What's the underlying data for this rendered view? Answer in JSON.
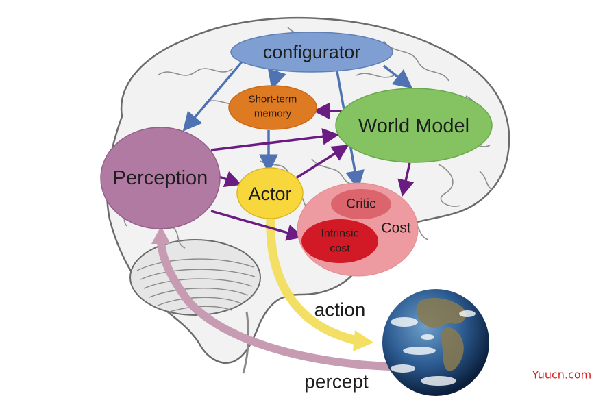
{
  "nodes": {
    "configurator": {
      "label": "configurator",
      "color": "#7f9fd2"
    },
    "short_term_memory": {
      "line1": "Short-term",
      "line2": "memory",
      "color": "#de7a22"
    },
    "world_model": {
      "label": "World Model",
      "color": "#84c262"
    },
    "perception": {
      "label": "Perception",
      "color": "#b17aa3"
    },
    "actor": {
      "label": "Actor",
      "color": "#f7d73b"
    },
    "cost": {
      "label": "Cost",
      "color": "#ed9ba0"
    },
    "critic": {
      "label": "Critic",
      "color": "#dc646c"
    },
    "intrinsic_cost": {
      "line1": "Intrinsic",
      "line2": "cost",
      "color": "#d11a26"
    }
  },
  "flows": {
    "action": {
      "label": "action",
      "color": "#f3df63"
    },
    "percept": {
      "label": "percept",
      "color": "#c79cb3"
    }
  },
  "arrow_colors": {
    "configurator_links": "#4f72b3",
    "data_links": "#6a1c82"
  },
  "watermark": {
    "text": "Yuucn.com",
    "color": "#d42020"
  }
}
